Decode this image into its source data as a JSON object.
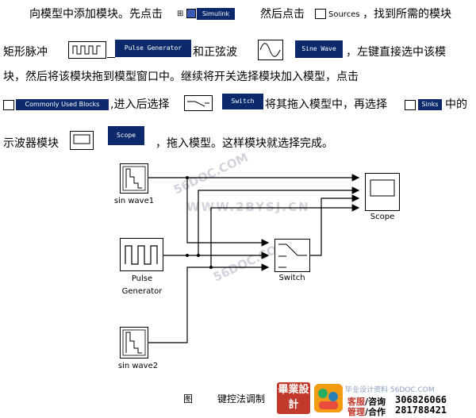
{
  "paragraph": {
    "l1_a": "向模型中添加模块。先点击",
    "l1_simulink": "Simulink",
    "l1_b": "然后点击",
    "l1_sources": "Sources",
    "l1_c": "，找到所需的模块",
    "l2_a": "矩形脉冲",
    "l2_pulse": "Pulse Generator",
    "l2_b": "和正弦波",
    "l2_sine": "Sine Wave",
    "l2_c": "，左键直接选中该模",
    "l3": "块，然后将该模块拖到模型窗口中。继续将开关选择模块加入模型，点击",
    "l4_common": "Commonly Used Blocks",
    "l4_a": ",进入后选择",
    "l4_switch": "Switch",
    "l4_b": "将其拖入模型中，再选择",
    "l4_sinks": "Sinks",
    "l4_c": "中的",
    "l5_a": "示波器模块",
    "l5_scope": "Scope",
    "l5_b": "，拖入模型。这样模块就选择完成。"
  },
  "diagram": {
    "sinwave1": "sin wave1",
    "pulse1": "Pulse",
    "pulse2": "Generator",
    "sinwave2": "sin wave2",
    "switch": "Switch",
    "scope": "Scope"
  },
  "caption": {
    "fig": "图",
    "text": "键控法调制"
  },
  "watermarks": {
    "w1": "56DOC.COM",
    "w2": "WWW.2BYSJ.CN",
    "w3": "56DOC.COM"
  },
  "logo": {
    "brand": "畢業設計",
    "site": "毕业设计资料 56DOC.COM",
    "service": "客服",
    "consult": "/咨询",
    "phone1": "306826066",
    "manage": "管理",
    "coop": "/合作",
    "phone2": "281788421"
  },
  "colors": {
    "navy": "#0c2a6b",
    "logo_red": "#c0392b",
    "orange": "#e67e22"
  }
}
